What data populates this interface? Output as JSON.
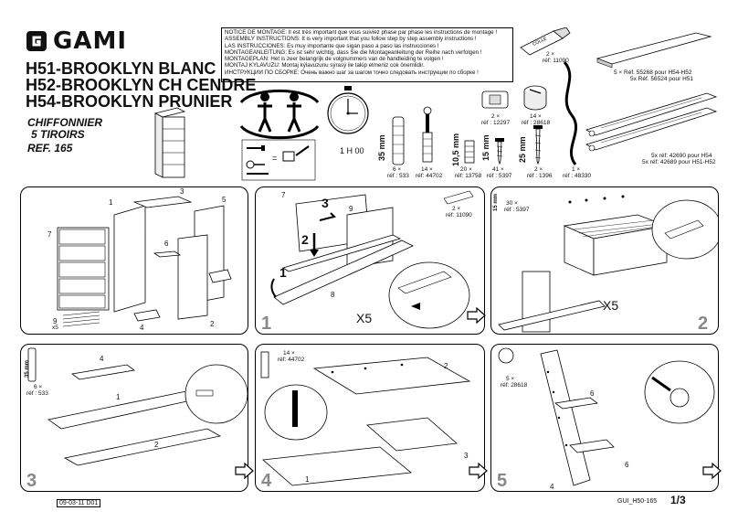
{
  "brand": {
    "name": "GAMI"
  },
  "models": [
    "H51-BROOKLYN BLANC",
    "H52-BROOKLYN CH CENDRE",
    "H54-BROOKLYN PRUNIER"
  ],
  "product": {
    "type": "CHIFFONNIER",
    "drawers": "5 TIROIRS",
    "ref": "REF. 165"
  },
  "notice": [
    "NOTICE DE MONTAGE: Il est très important que vous suiviez phase par phase les instructions de montage !",
    "ASSEMBLY INSTRUCTIONS: It is very important that you follow step by step assembly instructions !",
    "LAS INSTRUCCIONES: Es muy importante que sigan paso a paso las instrucciones !",
    "MONTAGEANLEITUNG: Es ist sehr wichtig, dass Sie die Montageanleitung der Reihe nach verfolgen !",
    "MONTAGEPLAN: Het is zeer belangrijk de volgnummers van de handleiding te volgen !",
    "MONTAJ KÝLAVUZU: Montaj kýlavuzunu sýrasý ile takip etmeniz cok önemlidir.",
    "ИНСТРУКЦИИ ПО СБОРКЕ: Очень важно шаг за шагом точно следовать инструкции по сборке !"
  ],
  "time": "1 H 00",
  "glue": {
    "qty": "2 ×",
    "ref": "réf: 11090"
  },
  "hardware": [
    {
      "qty": "6 ×",
      "ref": "réf : 533",
      "dim": "35 mm"
    },
    {
      "qty": "14 ×",
      "ref": "réf: 44702",
      "dim": ""
    },
    {
      "qty": "20 ×",
      "ref": "réf: 13758",
      "dim": "10,5 mm"
    },
    {
      "qty": "41 ×",
      "ref": "réf : 5397",
      "dim": "15 mm"
    },
    {
      "qty": "2 ×",
      "ref": "réf : 1396",
      "dim": "25 mm"
    },
    {
      "qty": "1 ×",
      "ref": "réf : 48330",
      "dim": ""
    }
  ],
  "cams": [
    {
      "qty": "2 ×",
      "ref": "réf : 12297"
    },
    {
      "qty": "14 ×",
      "ref": "réf : 28618"
    }
  ],
  "rail_top": [
    "5 × Réf. 55268 pour H54-H52",
    "5x Réf. 56524 pour H51"
  ],
  "rail_slides": [
    "5x réf: 42690 pour H54",
    "5x réf: 42689 pour H51-H52"
  ],
  "steps": {
    "s1": {
      "num": "1",
      "mult": "X5",
      "nails_qty": "9",
      "nails_mult": "x5",
      "glue_qty": "2 ×",
      "glue_ref": "réf: 11090",
      "arrow1": "1",
      "arrow2": "2",
      "arrow3": "3"
    },
    "s2": {
      "num": "2",
      "mult": "X5",
      "screw_qty": "30 ×",
      "screw_ref": "réf : 5397",
      "screw_dim": "15 mm"
    },
    "s3": {
      "num": "3",
      "dowel_qty": "6 ×",
      "dowel_ref": "réf : 533",
      "dowel_dim": "35 mm"
    },
    "s4": {
      "num": "4",
      "bolt_qty": "14 ×",
      "bolt_ref": "réf: 44702"
    },
    "s5": {
      "num": "5",
      "cam_qty": "5 ×",
      "cam_ref": "réf: 28618"
    }
  },
  "part_labels": {
    "p1": "1",
    "p2": "2",
    "p3": "3",
    "p4": "4",
    "p5": "5",
    "p6": "6",
    "p7": "7",
    "p8": "8",
    "p9": "9"
  },
  "footer": {
    "code": "09-03-11 D01",
    "doc_ref": "GUI_H50-165",
    "page": "1/3"
  }
}
